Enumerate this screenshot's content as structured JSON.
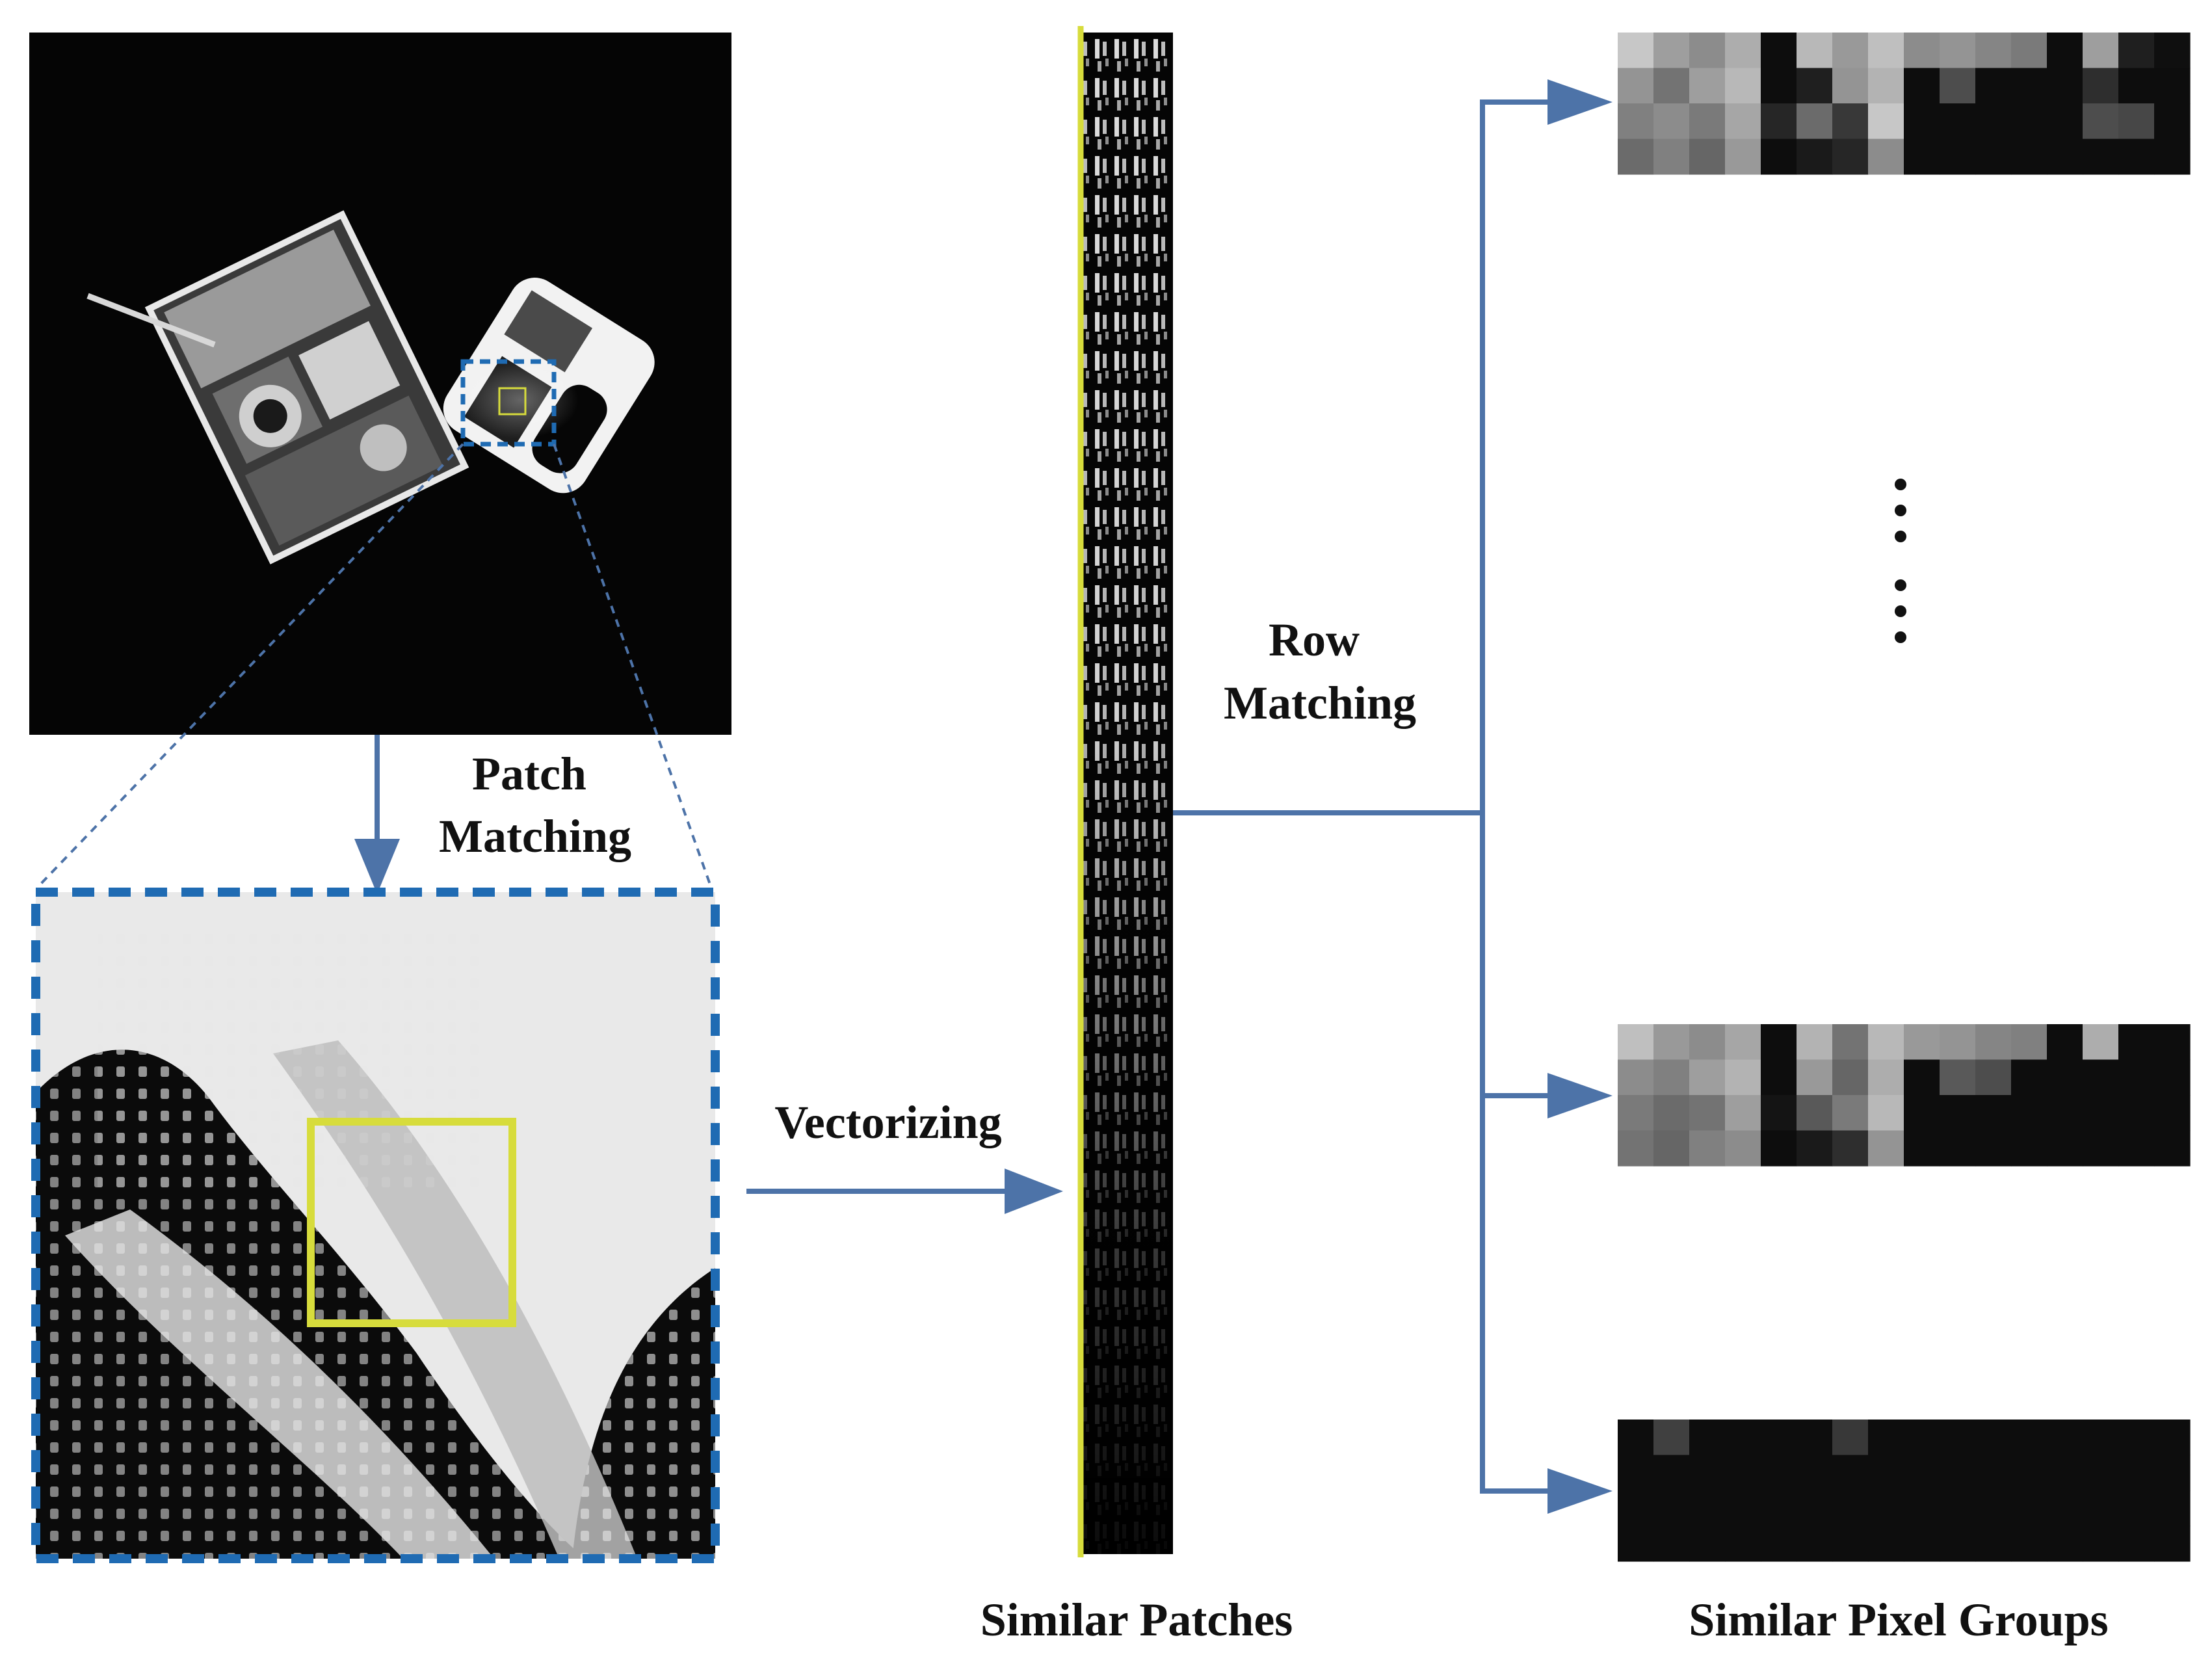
{
  "labels": {
    "patch_matching": [
      "Patch",
      "Matching"
    ],
    "row_matching": [
      "Row",
      "Matching"
    ],
    "vectorizing": "Vectorizing",
    "similar_patches": "Similar Patches",
    "similar_pixel_groups": "Similar Pixel Groups"
  },
  "colors": {
    "arrow": "#4d73a8",
    "dashed_box": "#1f6bb3",
    "highlight": "#d7dc3c",
    "background_image": "#050505"
  },
  "icons": {
    "ellipsis": "vertical-dots"
  },
  "pixel_groups": {
    "top": {
      "rows": [
        [
          0.78,
          0.62,
          0.55,
          0.68,
          0.05,
          0.72,
          0.6,
          0.75,
          0.55,
          0.58,
          0.52,
          0.48,
          0.05,
          0.62,
          0.12,
          0.06
        ],
        [
          0.58,
          0.45,
          0.62,
          0.72,
          0.05,
          0.12,
          0.58,
          0.7,
          0.05,
          0.3,
          0.05,
          0.05,
          0.05,
          0.18,
          0.05,
          0.05
        ],
        [
          0.5,
          0.55,
          0.48,
          0.65,
          0.15,
          0.42,
          0.22,
          0.78,
          0.05,
          0.05,
          0.05,
          0.05,
          0.05,
          0.3,
          0.28,
          0.05
        ],
        [
          0.42,
          0.5,
          0.4,
          0.6,
          0.05,
          0.1,
          0.15,
          0.55,
          0.05,
          0.05,
          0.05,
          0.05,
          0.05,
          0.05,
          0.05,
          0.05
        ]
      ]
    },
    "middle": {
      "rows": [
        [
          0.75,
          0.6,
          0.55,
          0.65,
          0.05,
          0.7,
          0.45,
          0.72,
          0.6,
          0.58,
          0.52,
          0.5,
          0.05,
          0.68,
          0.05,
          0.05
        ],
        [
          0.55,
          0.5,
          0.62,
          0.7,
          0.05,
          0.6,
          0.4,
          0.68,
          0.05,
          0.35,
          0.3,
          0.05,
          0.05,
          0.05,
          0.05,
          0.05
        ],
        [
          0.48,
          0.42,
          0.45,
          0.62,
          0.08,
          0.35,
          0.48,
          0.72,
          0.05,
          0.05,
          0.05,
          0.05,
          0.05,
          0.05,
          0.05,
          0.05
        ],
        [
          0.45,
          0.4,
          0.5,
          0.55,
          0.05,
          0.1,
          0.18,
          0.58,
          0.05,
          0.05,
          0.05,
          0.05,
          0.05,
          0.05,
          0.05,
          0.05
        ]
      ]
    },
    "bottom": {
      "rows": [
        [
          0.05,
          0.25,
          0.05,
          0.05,
          0.05,
          0.05,
          0.22,
          0.05,
          0.05,
          0.05,
          0.05,
          0.05,
          0.05,
          0.05,
          0.05,
          0.05
        ],
        [
          0.05,
          0.05,
          0.05,
          0.05,
          0.05,
          0.05,
          0.05,
          0.05,
          0.05,
          0.05,
          0.05,
          0.05,
          0.05,
          0.05,
          0.05,
          0.05
        ],
        [
          0.05,
          0.05,
          0.05,
          0.05,
          0.05,
          0.05,
          0.05,
          0.05,
          0.05,
          0.05,
          0.05,
          0.05,
          0.05,
          0.05,
          0.05,
          0.05
        ],
        [
          0.05,
          0.05,
          0.05,
          0.05,
          0.05,
          0.05,
          0.05,
          0.05,
          0.05,
          0.05,
          0.05,
          0.05,
          0.05,
          0.05,
          0.05,
          0.05
        ]
      ]
    }
  }
}
